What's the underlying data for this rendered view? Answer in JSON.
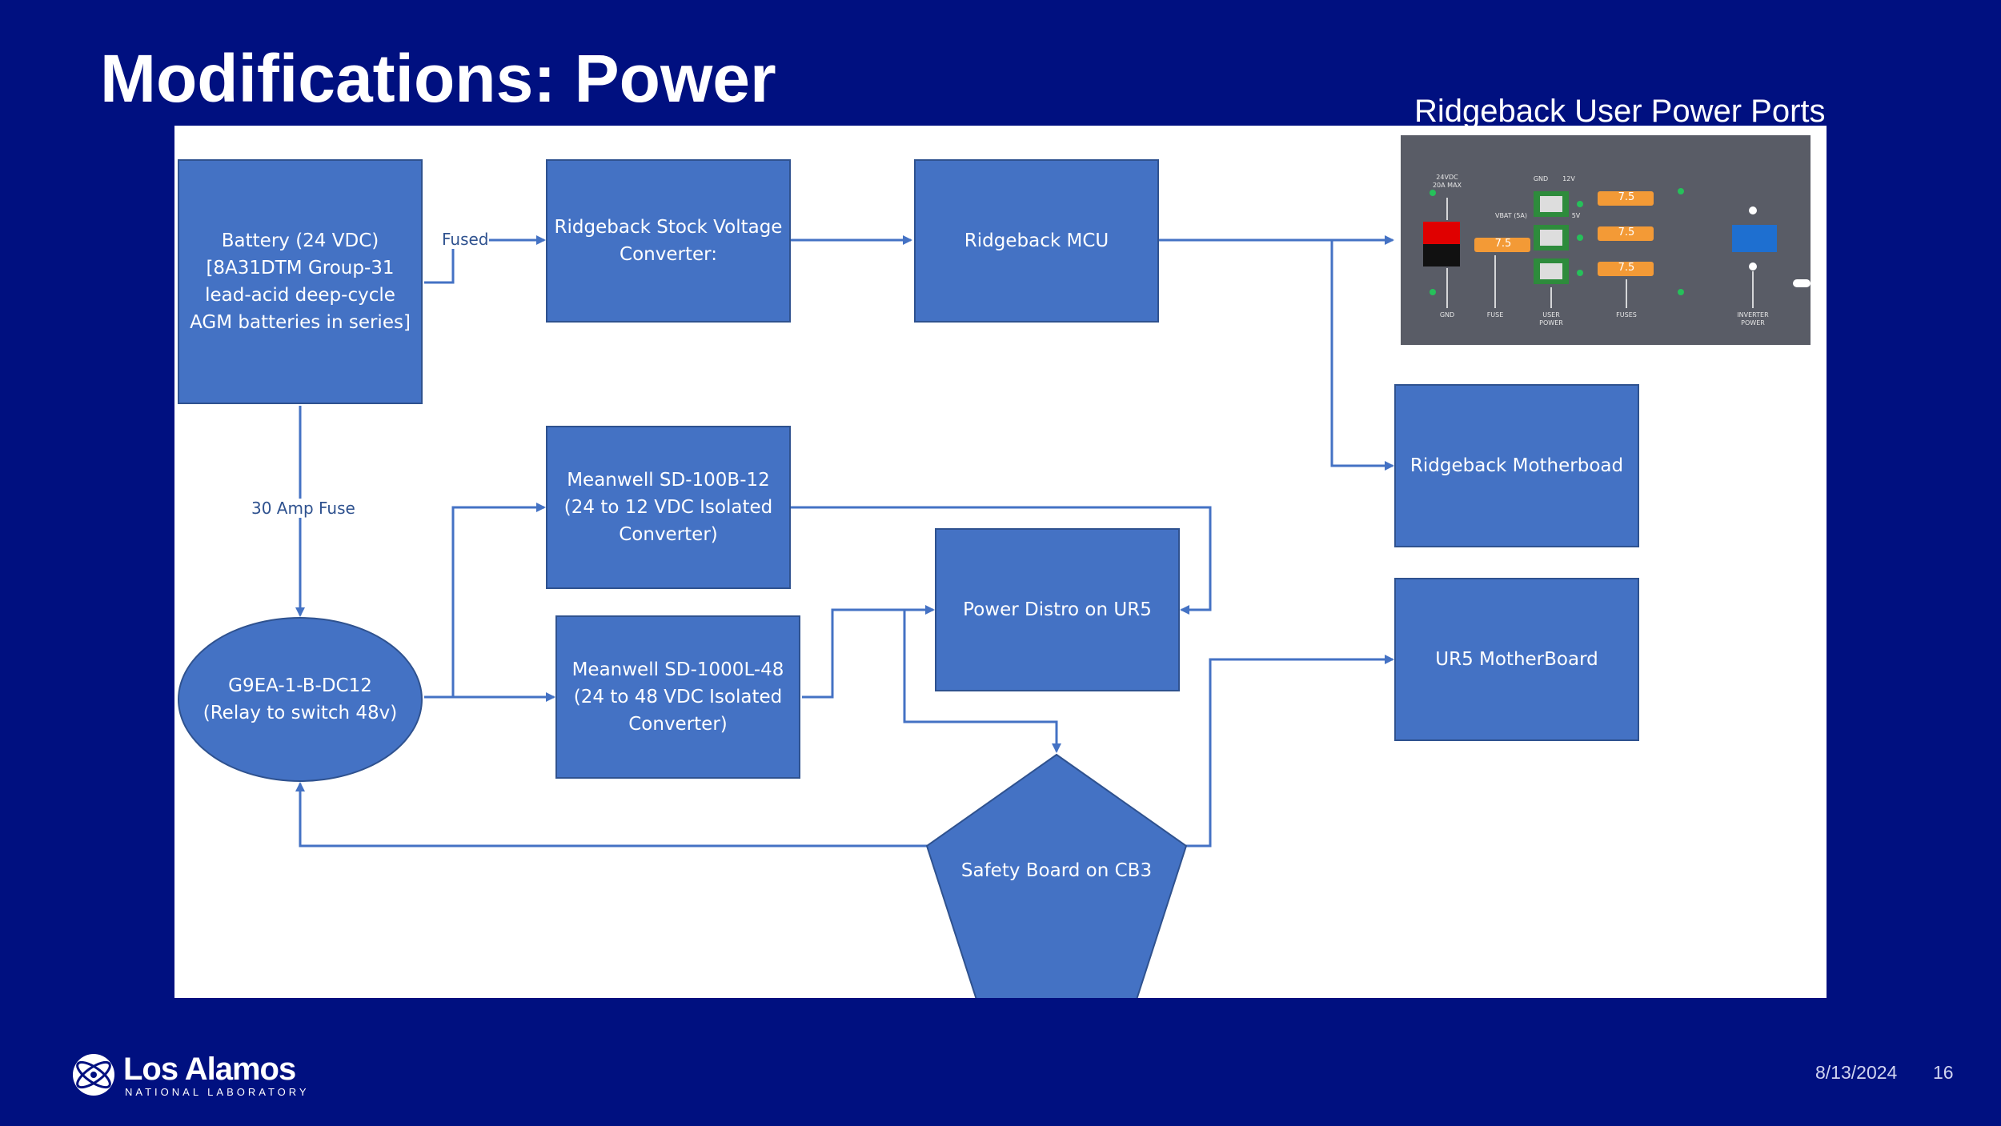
{
  "slide": {
    "title": "Modifications: Power",
    "ports_caption": "Ridgeback User Power Ports",
    "date": "8/13/2024",
    "page_number": "16"
  },
  "logo": {
    "name": "Los Alamos",
    "subtitle": "NATIONAL LABORATORY"
  },
  "nodes": {
    "battery": "Battery (24 VDC)\n[8A31DTM Group-31\nlead-acid deep-cycle\nAGM batteries in series]",
    "stock_converter": "Ridgeback Stock Voltage\nConverter:",
    "mcu": "Ridgeback MCU",
    "motherboard": "Ridgeback Motherboad",
    "sd100b": "Meanwell SD-100B-12\n(24 to 12 VDC Isolated\nConverter)",
    "sd1000l": "Meanwell SD-1000L-48\n(24 to 48 VDC Isolated\nConverter)",
    "power_distro": "Power Distro on UR5",
    "ur5_motherboard": "UR5 MotherBoard",
    "relay": "G9EA-1-B-DC12\n(Relay to switch 48v)",
    "safety_board": "Safety Board on CB3"
  },
  "edge_labels": {
    "fused": "Fused",
    "amp_fuse": "30 Amp Fuse"
  },
  "panel_labels": {
    "dc24": "24VDC\n20A MAX",
    "gnd_top": "GND",
    "v12": "12V",
    "vbat": "VBAT (5A)",
    "v5": "5V",
    "gnd": "GND",
    "fuse": "FUSE",
    "user_power": "USER\nPOWER",
    "fuses": "FUSES",
    "inverter_power": "INVERTER\nPOWER",
    "fuse_value": "7.5"
  },
  "colors": {
    "background": "#001080",
    "node_fill": "#4472c4",
    "node_border": "#2f528f",
    "connector": "#4472c4"
  }
}
